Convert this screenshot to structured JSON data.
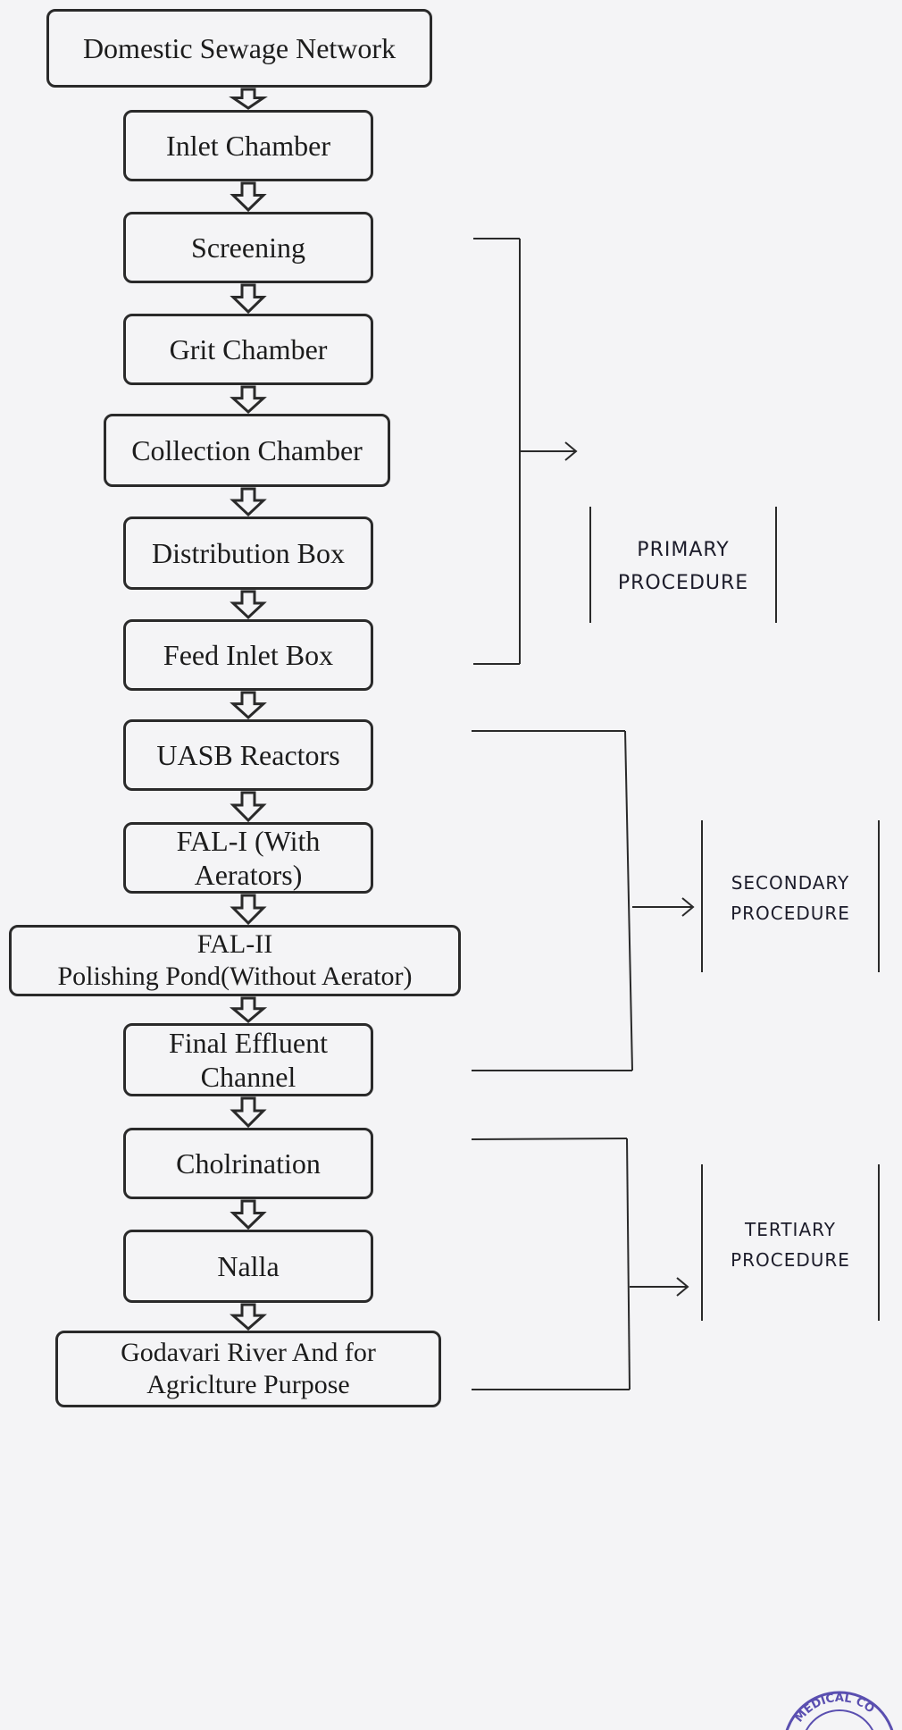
{
  "steps": [
    {
      "id": "domestic-sewage-network",
      "lines": [
        "Domestic Sewage Network"
      ]
    },
    {
      "id": "inlet-chamber",
      "lines": [
        "Inlet Chamber"
      ]
    },
    {
      "id": "screening",
      "lines": [
        "Screening"
      ]
    },
    {
      "id": "grit-chamber",
      "lines": [
        "Grit Chamber"
      ]
    },
    {
      "id": "collection-chamber",
      "lines": [
        "Collection Chamber"
      ]
    },
    {
      "id": "distribution-box",
      "lines": [
        "Distribution Box"
      ]
    },
    {
      "id": "feed-inlet-box",
      "lines": [
        "Feed Inlet Box"
      ]
    },
    {
      "id": "uasb-reactors",
      "lines": [
        "UASB Reactors"
      ]
    },
    {
      "id": "fal-i",
      "lines": [
        "FAL-I (With",
        "Aerators)"
      ]
    },
    {
      "id": "fal-ii",
      "lines": [
        "FAL-II",
        "Polishing Pond(Without Aerator)"
      ]
    },
    {
      "id": "final-effluent-channel",
      "lines": [
        "Final Effluent",
        "Channel"
      ]
    },
    {
      "id": "cholrination",
      "lines": [
        "Cholrination"
      ]
    },
    {
      "id": "nalla",
      "lines": [
        "Nalla"
      ]
    },
    {
      "id": "godavari-river",
      "lines": [
        "Godavari River And for",
        "Agriclture Purpose"
      ]
    }
  ],
  "groups": [
    {
      "id": "primary",
      "lines": [
        "PRIMARY",
        "PROCEDURE"
      ]
    },
    {
      "id": "secondary",
      "lines": [
        "SECONDARY",
        "PROCEDURE"
      ]
    },
    {
      "id": "tertiary",
      "lines": [
        "TERTIARY",
        "PROCEDURE"
      ]
    }
  ],
  "seal_text": "MEDICAL CO",
  "colors": {
    "ink": "#2a2a2a",
    "paper": "#f4f4f6",
    "seal": "#5a4fb0"
  }
}
